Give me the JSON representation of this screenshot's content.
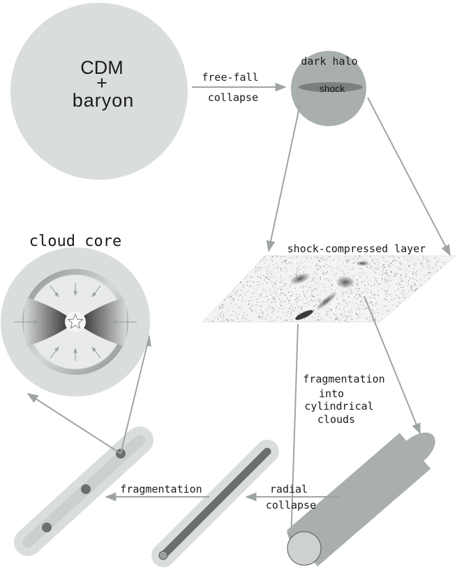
{
  "stages": {
    "initial": {
      "line1": "CDM",
      "line2": "+",
      "line3": "baryon"
    },
    "halo": {
      "title": "dark halo",
      "shock": "shock"
    },
    "layer": {
      "title": "shock-compressed layer"
    },
    "core": {
      "title": "cloud core"
    }
  },
  "arrows": {
    "freefall": {
      "line1": "free-fall",
      "line2": "collapse"
    },
    "fragmentation_cyl": {
      "line1": "fragmentation",
      "line2": "into",
      "line3": "cylindrical",
      "line4": "clouds"
    },
    "radial": {
      "line1": "radial",
      "line2": "collapse"
    },
    "fragmentation": {
      "line1": "fragmentation"
    }
  },
  "colors": {
    "light_gray": "#dadedb",
    "mid_gray": "#a9b0ac",
    "dark_gray": "#6b706d",
    "arrow": "#9ea5a1"
  }
}
